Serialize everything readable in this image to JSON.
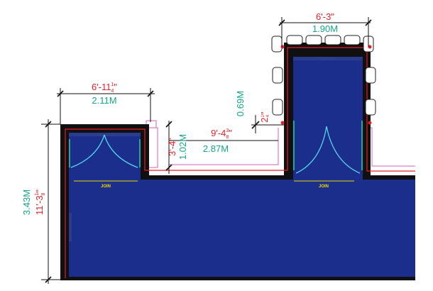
{
  "dimensions": {
    "top_imperial": "6'-3\"",
    "top_metric": "1.90M",
    "left_wing_imperial_main": "6'-11",
    "left_wing_imperial_num": "1",
    "left_wing_imperial_den": "4",
    "left_wing_imperial_tail": "\"",
    "left_wing_metric": "2.11M",
    "mid_imperial_main": "9'-4",
    "mid_imperial_num": "3",
    "mid_imperial_den": "8",
    "mid_imperial_tail": "\"",
    "mid_metric": "2.87M",
    "step_imperial": "3'-4\"",
    "step_metric": "1.02M",
    "small_metric": "0.69M",
    "small_imperial_main": "2",
    "small_imperial_num": "1",
    "small_imperial_den": "4",
    "small_imperial_tail": "\"",
    "height_metric": "3.43M",
    "height_imperial_main": "11'-3",
    "height_imperial_num": "1",
    "height_imperial_den": "8",
    "height_imperial_tail": "\""
  },
  "labels": {
    "join_left": "JOIN",
    "join_right": "JOIN"
  },
  "colors": {
    "floor": "#1c2e8c",
    "wall": "#101010",
    "red_line": "#e0202a",
    "teal_text": "#14a58c",
    "door_swing": "#52d6e8",
    "outline_magenta": "#d060c0",
    "join_text": "#f0d800"
  }
}
